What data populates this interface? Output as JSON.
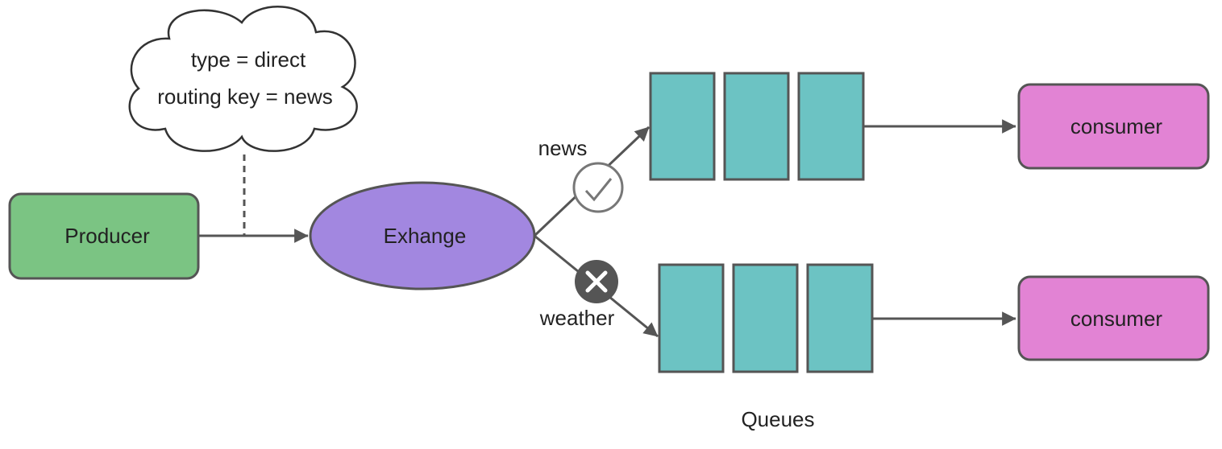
{
  "cloud": {
    "line1": "type = direct",
    "line2": "routing key = news"
  },
  "producer": {
    "label": "Producer"
  },
  "exchange": {
    "label": "Exhange"
  },
  "routes": {
    "news": {
      "label": "news",
      "status_icon": "check-icon"
    },
    "weather": {
      "label": "weather",
      "status_icon": "cross-icon"
    }
  },
  "consumers": [
    {
      "label": "consumer"
    },
    {
      "label": "consumer"
    }
  ],
  "queues_label": "Queues",
  "colors": {
    "producer_fill": "#7bc483",
    "exchange_fill": "#a287e0",
    "queue_fill": "#6cc3c3",
    "consumer_fill": "#e283d4",
    "stroke": "#555555"
  }
}
